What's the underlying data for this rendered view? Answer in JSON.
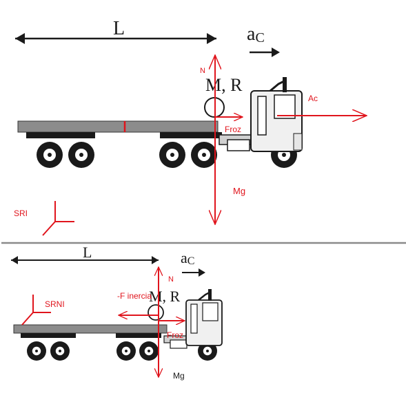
{
  "colors": {
    "force": "#e0141c",
    "truck_dark": "#1a1a1a",
    "trailer_deck": "#8c8c8c",
    "cab_body": "#f0f0f0",
    "separator": "#8a8a8a"
  },
  "top": {
    "length_label": "L",
    "accel_label": "a",
    "accel_sub": "C",
    "mass_label": "M, R",
    "normal_label": "N",
    "friction_label": "Froz",
    "accel_force_label": "Ac",
    "weight_label": "Mg",
    "frame_label": "SRI"
  },
  "bottom": {
    "length_label": "L",
    "accel_label": "a",
    "accel_sub": "C",
    "mass_label": "M, R",
    "normal_label": "N",
    "inertial_label": "-F inercia",
    "friction_label": "Froz",
    "weight_label": "Mg",
    "frame_label": "SRNI"
  }
}
